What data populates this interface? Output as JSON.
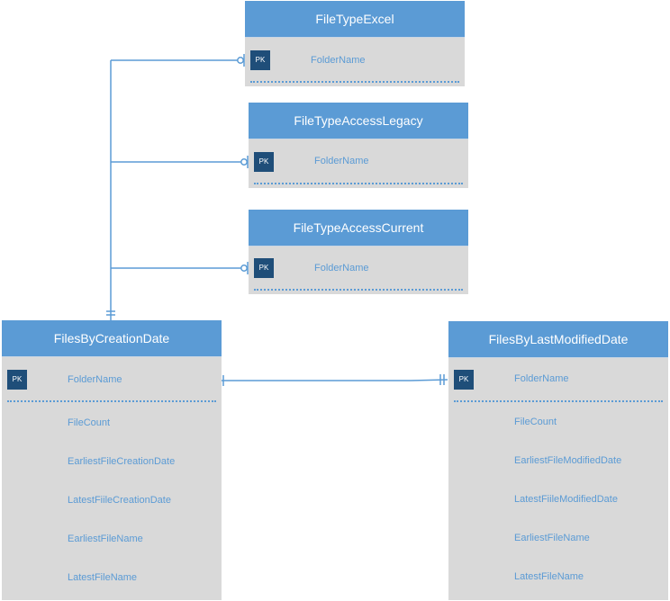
{
  "entities": {
    "excel": {
      "title": "FileTypeExcel",
      "pk_label": "PK",
      "pk_field": "FolderName"
    },
    "access_legacy": {
      "title": "FileTypeAccessLegacy",
      "pk_label": "PK",
      "pk_field": "FolderName"
    },
    "access_current": {
      "title": "FileTypeAccessCurrent",
      "pk_label": "PK",
      "pk_field": "FolderName"
    },
    "creation": {
      "title": "FilesByCreationDate",
      "pk_label": "PK",
      "pk_field": "FolderName",
      "fields": [
        "FileCount",
        "EarliestFileCreationDate",
        "LatestFiileCreationDate",
        "EarliestFileName",
        "LatestFileName"
      ]
    },
    "modified": {
      "title": "FilesByLastModifiedDate",
      "pk_label": "PK",
      "pk_field": "FolderName",
      "fields": [
        "FileCount",
        "EarliestFileModifiedDate",
        "LatestFiileModifiedDate",
        "EarliestFileName",
        "LatestFileName"
      ]
    }
  },
  "colors": {
    "header": "#5b9bd5",
    "body": "#d9d9d9",
    "pk_badge": "#1f4e79",
    "text": "#5b9bd5",
    "line": "#5b9bd5"
  }
}
